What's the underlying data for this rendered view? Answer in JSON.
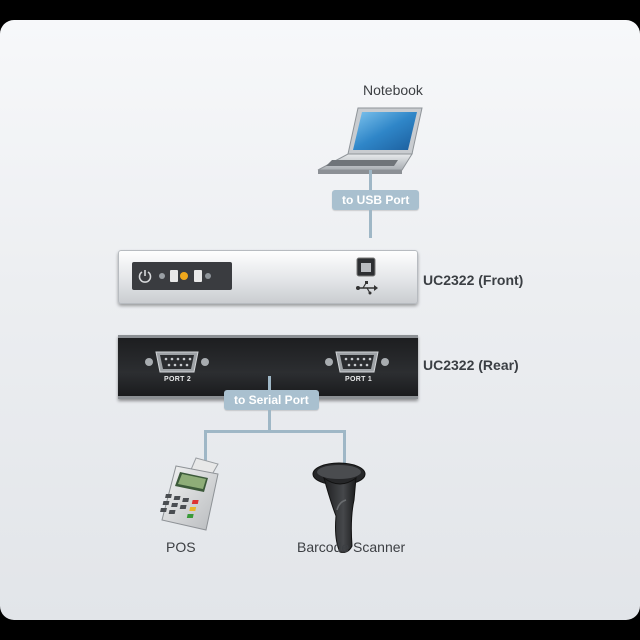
{
  "devices": {
    "notebook": {
      "label": "Notebook",
      "icon": "laptop-icon"
    },
    "pos": {
      "label": "POS",
      "icon": "pos-terminal-icon"
    },
    "scanner": {
      "label": "Barcode Scanner",
      "icon": "barcode-scanner-icon"
    }
  },
  "connections": {
    "usb": "to USB Port",
    "serial": "to Serial Port"
  },
  "hub": {
    "front_label": "UC2322 (Front)",
    "rear_label": "UC2322 (Rear)",
    "ports": [
      "PORT 2",
      "PORT 1"
    ]
  },
  "colors": {
    "connector_line": "#9fb7c6",
    "pill_bg": "#a9c0cf",
    "rear_panel": "#1d1e20"
  }
}
